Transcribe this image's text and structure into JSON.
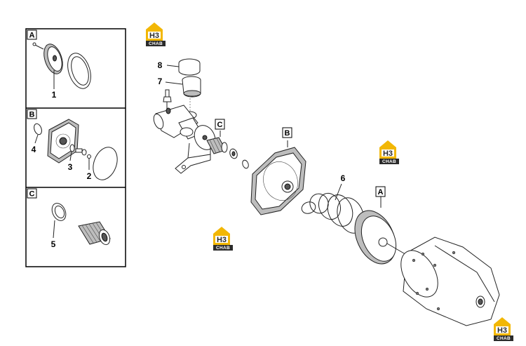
{
  "inset_panels": [
    {
      "letter": "A",
      "callouts": [
        "1"
      ]
    },
    {
      "letter": "B",
      "callouts": [
        "4",
        "3",
        "2"
      ]
    },
    {
      "letter": "C",
      "callouts": [
        "5"
      ]
    }
  ],
  "main_callouts": [
    "8",
    "7",
    "6"
  ],
  "section_markers": [
    "C",
    "B",
    "A"
  ],
  "watermark": {
    "logo_text": "H3",
    "sub_text": "CHAB",
    "accent_color": "#f2b705"
  },
  "colors": {
    "line": "#222222",
    "shade": "#bdbdbd",
    "background": "#ffffff"
  }
}
